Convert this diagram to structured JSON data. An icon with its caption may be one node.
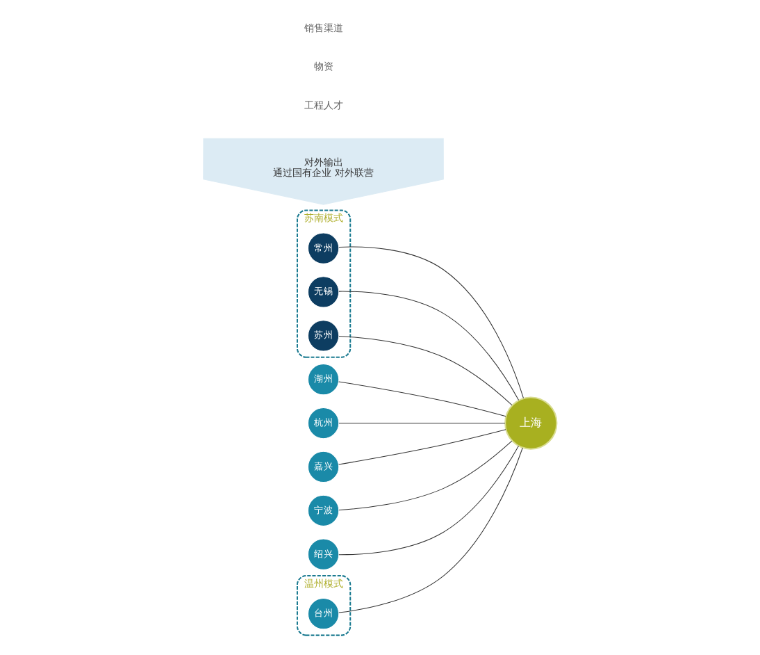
{
  "diagram": {
    "nodes": [
      {
        "text": [
          "苏南模式"
        ]
      },
      {
        "text": [
          "常州"
        ],
        "in": 0
      },
      {
        "text": [
          "无锡"
        ],
        "in": 0
      },
      {
        "text": [
          "苏州"
        ],
        "in": 0
      },
      {
        "text": [
          "湖州"
        ]
      },
      {
        "text": [
          "杭州"
        ]
      },
      {
        "text": [
          "上海"
        ]
      },
      {
        "text": [
          "嘉兴"
        ]
      },
      {
        "text": [
          "宁波"
        ]
      },
      {
        "text": [
          "绍兴"
        ]
      },
      {
        "text": [
          "温州模式"
        ]
      },
      {
        "text": [
          "台州"
        ],
        "in": 10
      },
      {
        "text": [
          "对外输出",
          "通过国有企业 对外联营"
        ]
      }
    ],
    "edges": [
      {
        "from": 1,
        "to": 6,
        "arrow": "none"
      },
      {
        "from": 2,
        "to": 6,
        "arrow": "none"
      },
      {
        "from": 3,
        "to": 6,
        "arrow": "none"
      },
      {
        "from": 4,
        "to": 6,
        "arrow": "none"
      },
      {
        "from": 5,
        "to": 6,
        "arrow": "none"
      },
      {
        "from": 7,
        "to": 6,
        "arrow": "none"
      },
      {
        "from": 8,
        "to": 6,
        "arrow": "none"
      },
      {
        "from": 9,
        "to": 6,
        "arrow": "none"
      },
      {
        "from": 11,
        "to": 6,
        "arrow": "none"
      }
    ],
    "labels": [
      "工程人才",
      "物资",
      "销售渠道"
    ]
  }
}
